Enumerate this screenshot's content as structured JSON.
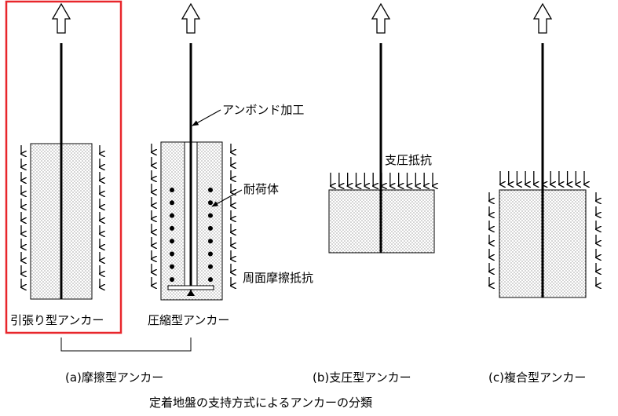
{
  "labels": {
    "unbonded": "アンボンド加工",
    "bearing_resistance": "支圧抵抗",
    "load_body": "耐荷体",
    "skin_friction": "周面摩擦抵抗",
    "tension_type": "引張り型アンカー",
    "compression_type": "圧縮型アンカー",
    "friction_type": "(a)摩擦型アンカー",
    "bearing_type": "(b)支圧型アンカー",
    "composite_type": "(c)複合型アンカー",
    "caption": "定着地盤の支持方式によるアンカーの分類"
  },
  "colors": {
    "highlight": "#e8262b",
    "stroke": "#000000"
  }
}
